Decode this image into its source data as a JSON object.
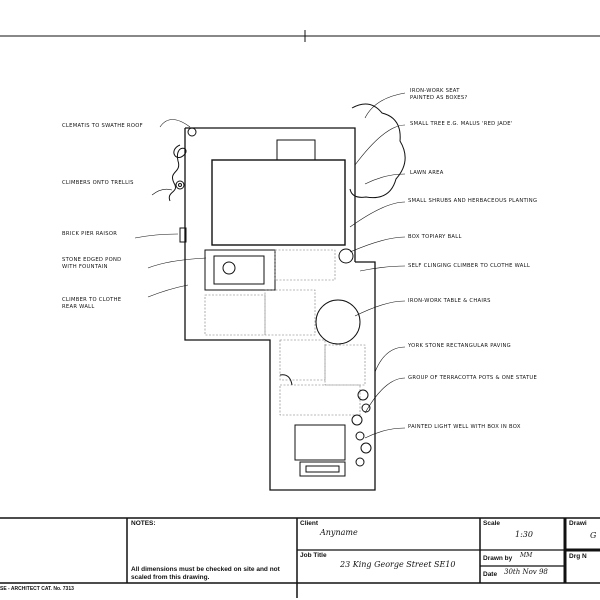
{
  "plan_labels": {
    "left": [
      "Clematis to swathe roof",
      "Climbers onto trellis",
      "Brick pier raisor",
      "Stone edged pond with fountain",
      "Climber to clothe rear wall"
    ],
    "right": [
      "Iron-work seat painted as boxes?",
      "Small tree e.g. Malus 'Red Jade'",
      "Lawn area",
      "Small shrubs and herbaceous planting",
      "Box topiary ball",
      "Self clinging climber to clothe wall",
      "Iron-work table & chairs",
      "York stone rectangular paving",
      "Group of terracotta pots & one statue",
      "Painted light well with box in box"
    ]
  },
  "title_block": {
    "catalogue": "SE - ARCHITECT CAT. No. 7313",
    "notes_label": "NOTES:",
    "notes_text": "All dimensions must be checked on site and not scaled from this drawing.",
    "client_label": "Client",
    "client_value": "Anyname",
    "job_title_label": "Job Title",
    "job_title_value": "23 King George Street SE10",
    "scale_label": "Scale",
    "scale_value": "1:30",
    "drawn_by_label": "Drawn by",
    "drawn_by_value": "MM",
    "date_label": "Date",
    "date_value": "30th Nov 98",
    "drawing_label": "Drawi",
    "drawing_value": "G",
    "drg_no_label": "Drg N"
  }
}
